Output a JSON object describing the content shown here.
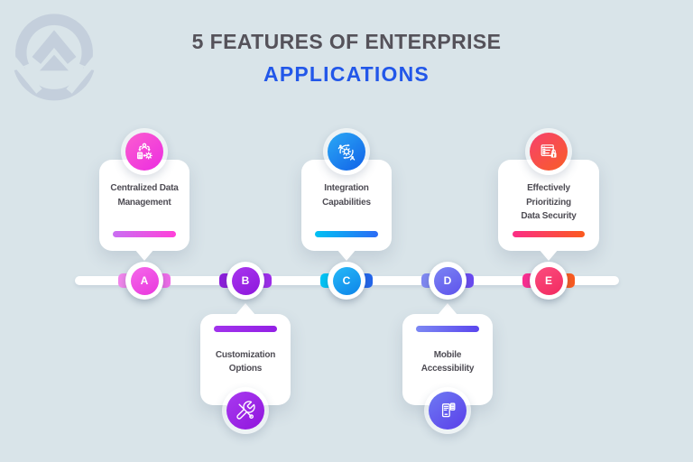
{
  "page": {
    "background": "#d9e4e9"
  },
  "logo": {
    "icon": "mountain-ring-logo",
    "color": "#c4cfdc"
  },
  "header": {
    "title_line1": "5 FEATURES OF ENTERPRISE",
    "title_line2": "APPLICATIONS",
    "title_color": "#55525a",
    "accent_color": "#2257e9"
  },
  "timeline": {
    "track_color": "#ffffff"
  },
  "features": [
    {
      "label": "A",
      "title": "Centralized Data\nManagement",
      "position": "above",
      "icon": "data-management-icon",
      "colors": {
        "seg_l": "#f286ec",
        "seg_r": "#ee6ce8",
        "node1": "#f568ea",
        "node2": "#e937dd",
        "bar1": "#c96ef2",
        "bar2": "#ff40d9",
        "icon1": "#fb5ecf",
        "icon2": "#ec2ce1"
      }
    },
    {
      "label": "B",
      "title": "Customization\nOptions",
      "position": "below",
      "icon": "tools-icon",
      "colors": {
        "seg_l": "#8d1edb",
        "seg_r": "#9d2cea",
        "node1": "#a836ee",
        "node2": "#8d17dc",
        "bar1": "#a133ec",
        "bar2": "#9320e5",
        "icon1": "#a83af0",
        "icon2": "#9015dc"
      }
    },
    {
      "label": "C",
      "title": "Integration\nCapabilities",
      "position": "above",
      "icon": "integration-icon",
      "colors": {
        "seg_l": "#01c3f5",
        "seg_r": "#2265ea",
        "node1": "#27b9f7",
        "node2": "#0d84e9",
        "bar1": "#00c1f3",
        "bar2": "#2c6bf5",
        "icon1": "#2ba9f5",
        "icon2": "#1161e8"
      }
    },
    {
      "label": "D",
      "title": "Mobile\nAccessibility",
      "position": "below",
      "icon": "mobile-icon",
      "colors": {
        "seg_l": "#7f88f2",
        "seg_r": "#6a4af0",
        "node1": "#7b84f3",
        "node2": "#5e53ec",
        "bar1": "#7c88f3",
        "bar2": "#5a46ee",
        "icon1": "#6e7af3",
        "icon2": "#5a3ee9"
      }
    },
    {
      "label": "E",
      "title": "Effectively\nPrioritizing\nData Security",
      "position": "above",
      "icon": "security-lock-icon",
      "colors": {
        "seg_l": "#fb2d90",
        "seg_r": "#f95a20",
        "node1": "#fb4d7e",
        "node2": "#f22a60",
        "bar1": "#fb2d86",
        "bar2": "#fb5a1e",
        "icon1": "#f6416e",
        "icon2": "#f95d26"
      }
    }
  ]
}
